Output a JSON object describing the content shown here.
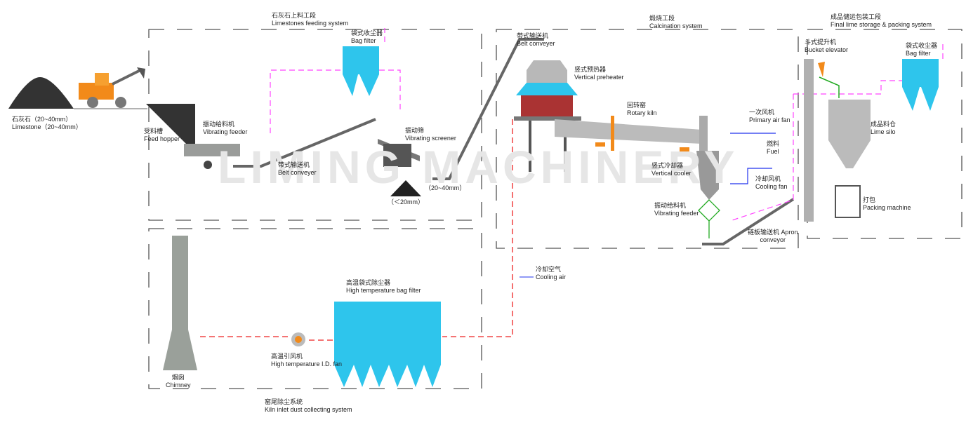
{
  "watermark": "LIMING MACHINERY",
  "sections": {
    "feeding": {
      "cn": "石灰石上料工段",
      "en": "Limestones feeding system"
    },
    "calcination": {
      "cn": "煅烧工段",
      "en": "Calcination system"
    },
    "storage": {
      "cn": "成品储运包装工段",
      "en": "Final lime storage & packing system"
    },
    "dust": {
      "cn": "窑尾除尘系统",
      "en": "Kiln inlet dust collecting system"
    }
  },
  "labels": {
    "limestone": {
      "cn": "石灰石（20~40mm）",
      "en": "Limestone（20~40mm）"
    },
    "feed_hopper": {
      "cn": "受料槽",
      "en": "Feed hopper"
    },
    "vib_feeder1": {
      "cn": "振动给料机",
      "en": "Vibrating feeder"
    },
    "belt1": {
      "cn": "带式输送机",
      "en": "Belt conveyer"
    },
    "bag_filter1": {
      "cn": "袋式收尘器",
      "en": "Bag filter"
    },
    "vib_screener": {
      "cn": "振动筛",
      "en": "Vibrating screener"
    },
    "fines": "（＜20mm）",
    "product": "（20~40mm）",
    "belt2": {
      "cn": "带式输送机",
      "en": "Belt conveyer"
    },
    "preheater": {
      "cn": "竖式预热器",
      "en": "Vertical preheater"
    },
    "kiln": {
      "cn": "回转窑",
      "en": "Rotary kiln"
    },
    "primary_fan": {
      "cn": "一次风机",
      "en": "Primary air fan"
    },
    "fuel": {
      "cn": "燃料",
      "en": "Fuel"
    },
    "cooler": {
      "cn": "竖式冷却器",
      "en": "Vertical cooler"
    },
    "cooling_fan": {
      "cn": "冷却风机",
      "en": "Cooling fan"
    },
    "vib_feeder2": {
      "cn": "振动给料机",
      "en": "Vibrating feeder"
    },
    "apron": {
      "cn": "链板输送机 Apron",
      "en": "conveyor"
    },
    "bucket": {
      "cn": "斗式提升机",
      "en": "Bucket elevator"
    },
    "bag_filter2": {
      "cn": "袋式收尘器",
      "en": "Bag filter"
    },
    "silo": {
      "cn": "成品料仓",
      "en": "Lime silo"
    },
    "packing": {
      "cn": "打包",
      "en": "Packing machine"
    },
    "cooling_air": {
      "cn": "冷却空气",
      "en": "Cooling air"
    },
    "ht_bag": {
      "cn": "高温袋式除尘器",
      "en": "High temperature bag filter"
    },
    "id_fan": {
      "cn": "高温引风机",
      "en": "High temperature I.D. fan"
    },
    "chimney": {
      "cn": "烟囱",
      "en": "Chimney"
    }
  },
  "colors": {
    "dust": "#ff44ff",
    "gas": "#ee2222",
    "material": "#22aa22",
    "air": "#2233ee",
    "filter": "#2ec5ec",
    "machine": "#a8aaa8",
    "accent": "#f28a1a"
  }
}
